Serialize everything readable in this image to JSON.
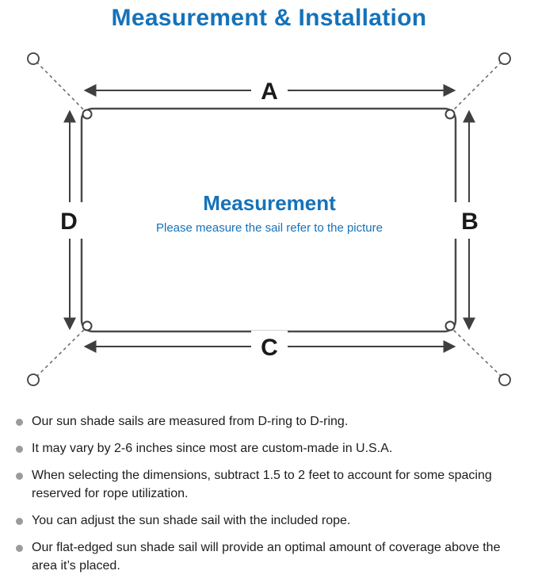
{
  "title": "Measurement & Installation",
  "colors": {
    "accent": "#1472ba",
    "line": "#3f3f3f",
    "bullet": "#9b9b9b"
  },
  "diagram": {
    "side_labels": {
      "top": "A",
      "right": "B",
      "bottom": "C",
      "left": "D"
    },
    "center_title": "Measurement",
    "center_subtitle": "Please measure the sail refer to the picture"
  },
  "notes": [
    "Our sun shade sails are measured from D-ring to D-ring.",
    "It may vary by 2-6 inches since most are custom-made in U.S.A.",
    "When selecting the dimensions, subtract 1.5 to 2 feet to account for some spacing reserved for rope utilization.",
    "You can adjust the sun shade sail with the included rope.",
    "Our flat-edged sun shade sail will provide an optimal amount of coverage above the area it’s placed."
  ]
}
